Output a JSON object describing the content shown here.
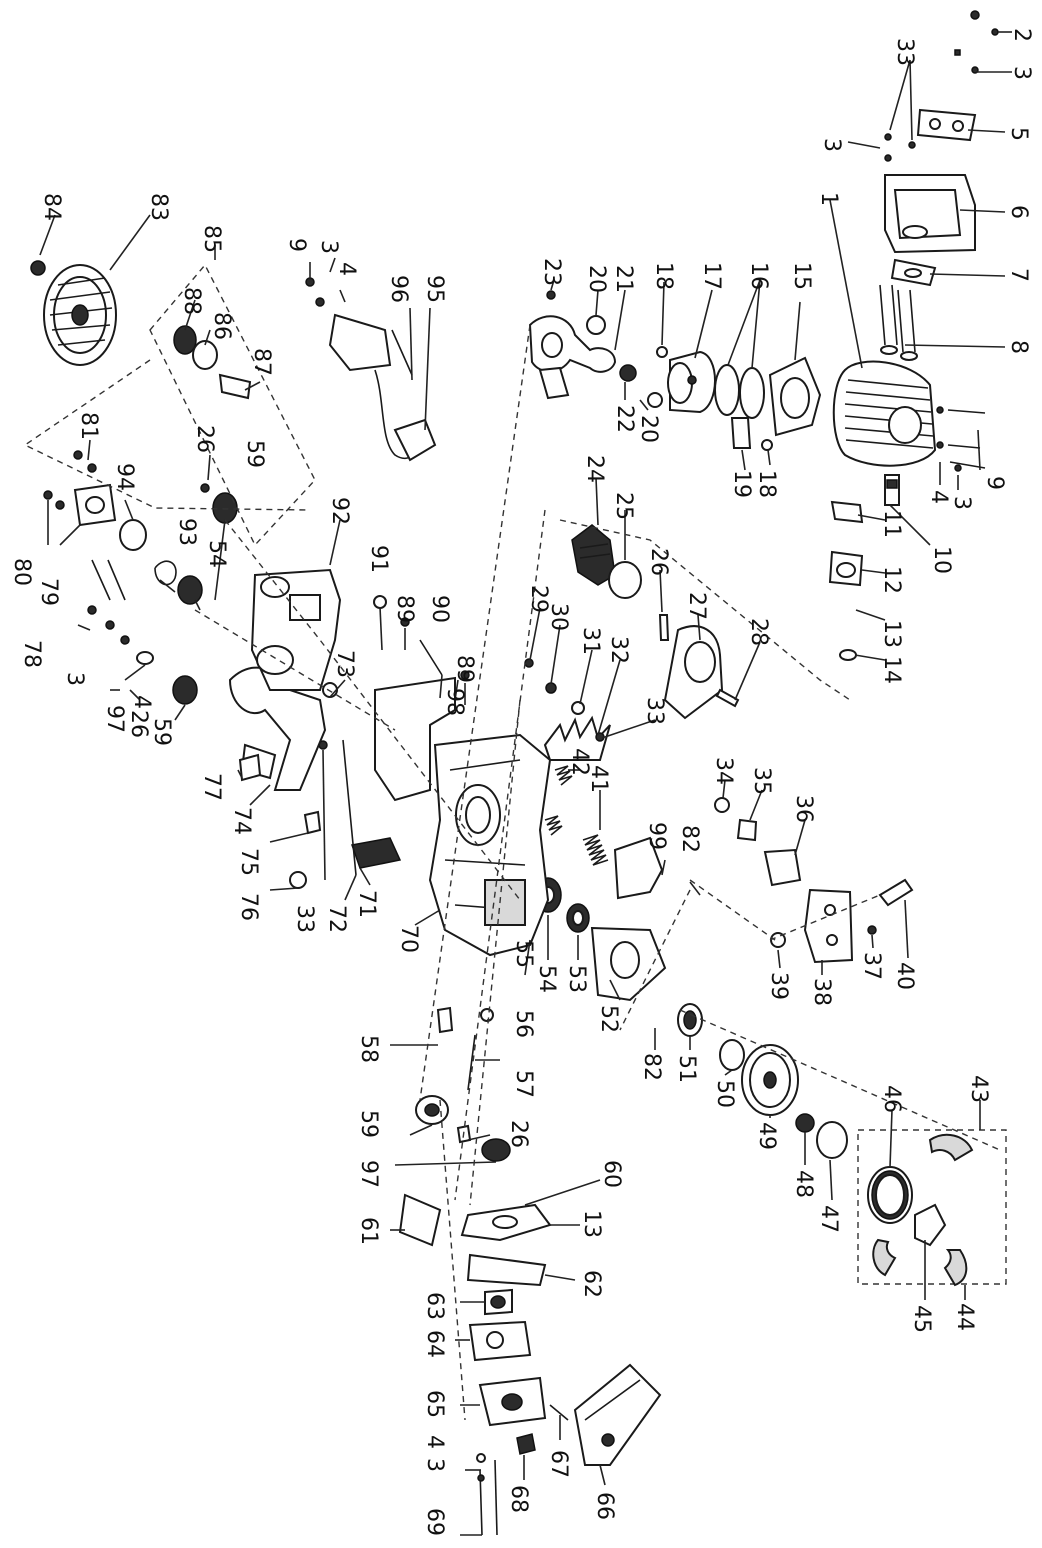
{
  "diagram": {
    "parts": [
      {
        "id": "p2",
        "label": "2"
      },
      {
        "id": "p3a",
        "label": "3"
      },
      {
        "id": "p33a",
        "label": "33"
      },
      {
        "id": "p5",
        "label": "5"
      },
      {
        "id": "p3b",
        "label": "3"
      },
      {
        "id": "p6",
        "label": "6"
      },
      {
        "id": "p1",
        "label": "1"
      },
      {
        "id": "p7",
        "label": "7"
      },
      {
        "id": "p8",
        "label": "8"
      },
      {
        "id": "p9a",
        "label": "9"
      },
      {
        "id": "p3c",
        "label": "3"
      },
      {
        "id": "p4a",
        "label": "4"
      },
      {
        "id": "p10",
        "label": "10"
      },
      {
        "id": "p11",
        "label": "11"
      },
      {
        "id": "p12",
        "label": "12"
      },
      {
        "id": "p13a",
        "label": "13"
      },
      {
        "id": "p14",
        "label": "14"
      },
      {
        "id": "p15",
        "label": "15"
      },
      {
        "id": "p16",
        "label": "16"
      },
      {
        "id": "p17",
        "label": "17"
      },
      {
        "id": "p18a",
        "label": "18"
      },
      {
        "id": "p18b",
        "label": "18"
      },
      {
        "id": "p19",
        "label": "19"
      },
      {
        "id": "p20a",
        "label": "20"
      },
      {
        "id": "p20b",
        "label": "20"
      },
      {
        "id": "p21",
        "label": "21"
      },
      {
        "id": "p22",
        "label": "22"
      },
      {
        "id": "p23",
        "label": "23"
      },
      {
        "id": "p24",
        "label": "24"
      },
      {
        "id": "p25",
        "label": "25"
      },
      {
        "id": "p26a",
        "label": "26"
      },
      {
        "id": "p27",
        "label": "27"
      },
      {
        "id": "p28",
        "label": "28"
      },
      {
        "id": "p29",
        "label": "29"
      },
      {
        "id": "p30",
        "label": "30"
      },
      {
        "id": "p31",
        "label": "31"
      },
      {
        "id": "p32",
        "label": "32"
      },
      {
        "id": "p33b",
        "label": "33"
      },
      {
        "id": "p34",
        "label": "34"
      },
      {
        "id": "p35",
        "label": "35"
      },
      {
        "id": "p36",
        "label": "36"
      },
      {
        "id": "p37",
        "label": "37"
      },
      {
        "id": "p38",
        "label": "38"
      },
      {
        "id": "p39",
        "label": "39"
      },
      {
        "id": "p40",
        "label": "40"
      },
      {
        "id": "p41",
        "label": "41"
      },
      {
        "id": "p42",
        "label": "42"
      },
      {
        "id": "p43",
        "label": "43"
      },
      {
        "id": "p44",
        "label": "44"
      },
      {
        "id": "p45",
        "label": "45"
      },
      {
        "id": "p46",
        "label": "46"
      },
      {
        "id": "p47",
        "label": "47"
      },
      {
        "id": "p48",
        "label": "48"
      },
      {
        "id": "p49",
        "label": "49"
      },
      {
        "id": "p50",
        "label": "50"
      },
      {
        "id": "p51",
        "label": "51"
      },
      {
        "id": "p52",
        "label": "52"
      },
      {
        "id": "p53",
        "label": "53"
      },
      {
        "id": "p54",
        "label": "54"
      },
      {
        "id": "p55",
        "label": "55"
      },
      {
        "id": "p56",
        "label": "56"
      },
      {
        "id": "p57",
        "label": "57"
      },
      {
        "id": "p58",
        "label": "58"
      },
      {
        "id": "p59a",
        "label": "59"
      },
      {
        "id": "p26b",
        "label": "26"
      },
      {
        "id": "p97a",
        "label": "97"
      },
      {
        "id": "p60",
        "label": "60"
      },
      {
        "id": "p13b",
        "label": "13"
      },
      {
        "id": "p61",
        "label": "61"
      },
      {
        "id": "p62",
        "label": "62"
      },
      {
        "id": "p63",
        "label": "63"
      },
      {
        "id": "p64",
        "label": "64"
      },
      {
        "id": "p65",
        "label": "65"
      },
      {
        "id": "p4b",
        "label": "4"
      },
      {
        "id": "p3d",
        "label": "3"
      },
      {
        "id": "p69",
        "label": "69"
      },
      {
        "id": "p68",
        "label": "68"
      },
      {
        "id": "p67",
        "label": "67"
      },
      {
        "id": "p66",
        "label": "66"
      },
      {
        "id": "p70",
        "label": "70"
      },
      {
        "id": "p71",
        "label": "71"
      },
      {
        "id": "p72",
        "label": "72"
      },
      {
        "id": "p33c",
        "label": "33"
      },
      {
        "id": "p76",
        "label": "76"
      },
      {
        "id": "p75",
        "label": "75"
      },
      {
        "id": "p74",
        "label": "74"
      },
      {
        "id": "p77",
        "label": "77"
      },
      {
        "id": "p73",
        "label": "73"
      },
      {
        "id": "p82a",
        "label": "82"
      },
      {
        "id": "p82b",
        "label": "82"
      },
      {
        "id": "p99",
        "label": "99"
      },
      {
        "id": "p98",
        "label": "98"
      },
      {
        "id": "p89a",
        "label": "89"
      },
      {
        "id": "p90",
        "label": "90"
      },
      {
        "id": "p89b",
        "label": "89"
      },
      {
        "id": "p91",
        "label": "91"
      },
      {
        "id": "p92",
        "label": "92"
      },
      {
        "id": "p59b",
        "label": "59"
      },
      {
        "id": "p26c",
        "label": "26"
      },
      {
        "id": "p97b",
        "label": "97"
      },
      {
        "id": "p4c",
        "label": "4"
      },
      {
        "id": "p3e",
        "label": "3"
      },
      {
        "id": "p78",
        "label": "78"
      },
      {
        "id": "p79",
        "label": "79"
      },
      {
        "id": "p80",
        "label": "80"
      },
      {
        "id": "p94",
        "label": "94"
      },
      {
        "id": "p93",
        "label": "93"
      },
      {
        "id": "p54b",
        "label": "54"
      },
      {
        "id": "p59c",
        "label": "59"
      },
      {
        "id": "p26d",
        "label": "26"
      },
      {
        "id": "p81",
        "label": "81"
      },
      {
        "id": "p84",
        "label": "84"
      },
      {
        "id": "p83",
        "label": "83"
      },
      {
        "id": "p85",
        "label": "85"
      },
      {
        "id": "p88",
        "label": "88"
      },
      {
        "id": "p86",
        "label": "86"
      },
      {
        "id": "p87",
        "label": "87"
      },
      {
        "id": "p9b",
        "label": "9"
      },
      {
        "id": "p3f",
        "label": "3"
      },
      {
        "id": "p4d",
        "label": "4"
      },
      {
        "id": "p96",
        "label": "96"
      },
      {
        "id": "p95",
        "label": "95"
      }
    ]
  }
}
